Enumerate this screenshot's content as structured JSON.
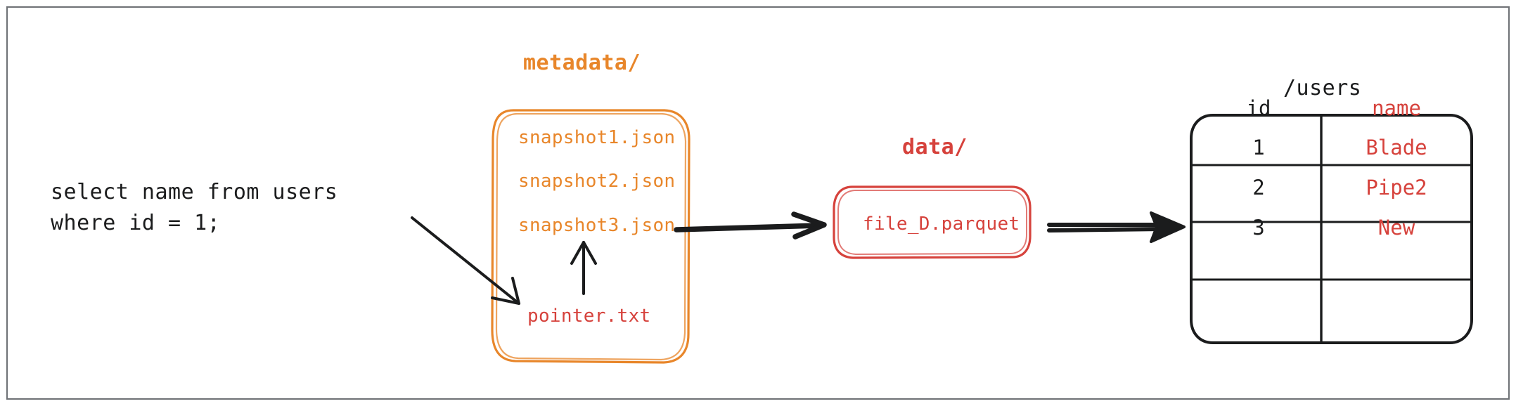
{
  "diagram": {
    "title": "Query resolution through metadata pointer to data file",
    "colors": {
      "orange": "#E8862A",
      "red": "#D6423C",
      "black": "#1b1c1d",
      "frame": "#6e7175",
      "background": "#ffffff"
    }
  },
  "query": {
    "line1": "select name from users",
    "line2": "where id = 1;"
  },
  "metadata": {
    "caption": "metadata/",
    "files": [
      "snapshot1.json",
      "snapshot2.json",
      "snapshot3.json"
    ],
    "pointer": "pointer.txt"
  },
  "data": {
    "caption": "data/",
    "file": "file_D.parquet"
  },
  "users_table": {
    "caption": "/users",
    "columns": [
      "id",
      "name"
    ],
    "rows": [
      {
        "id": "1",
        "name": "Blade"
      },
      {
        "id": "2",
        "name": "Pipe2"
      },
      {
        "id": "3",
        "name": "New"
      }
    ]
  },
  "arrows": {
    "query_to_pointer": "query-to-pointer-arrow",
    "pointer_to_snapshot": "pointer-to-snapshot-arrow",
    "metadata_to_data": "metadata-to-data-arrow",
    "data_to_table": "data-to-table-arrow"
  }
}
